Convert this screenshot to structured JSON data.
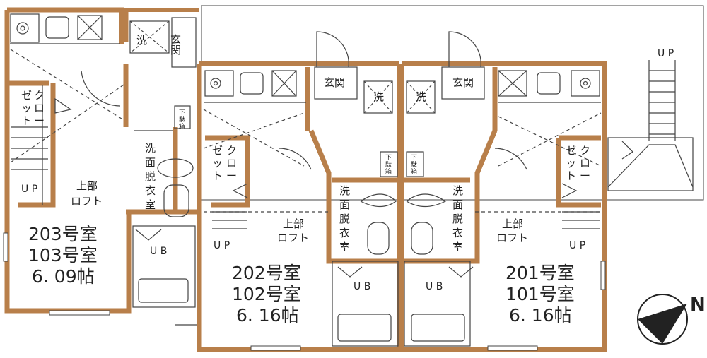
{
  "units": [
    {
      "id": "u203",
      "room_a": "203号室",
      "room_b": "103号室",
      "area": "6. 09帖",
      "loft": "上部",
      "loft2": "ロフト",
      "up": "U P",
      "closet": [
        "ゼ",
        "ッ",
        "ト",
        "ク",
        "ロ",
        "ー"
      ]
    },
    {
      "id": "u202",
      "room_a": "202号室",
      "room_b": "102号室",
      "area": "6. 16帖",
      "loft": "上部",
      "loft2": "ロフト",
      "up": "U P",
      "closet": [
        "ゼ",
        "ッ",
        "ト",
        "ク",
        "ロ",
        "ー"
      ]
    },
    {
      "id": "u201",
      "room_a": "201号室",
      "room_b": "101号室",
      "area": "6. 16帖",
      "loft": "上部",
      "loft2": "ロフト",
      "up": "U P",
      "closet": [
        "ゼ",
        "ッ",
        "ト",
        "ク",
        "ロ",
        "ー"
      ]
    }
  ],
  "labels": {
    "genkan": "玄関",
    "wash": "洗",
    "ub": "U B",
    "senmen": [
      "洗",
      "面",
      "脱",
      "衣",
      "室"
    ],
    "geta": [
      "下",
      "駄",
      "箱"
    ],
    "stair_up": "U P",
    "north": "N"
  }
}
